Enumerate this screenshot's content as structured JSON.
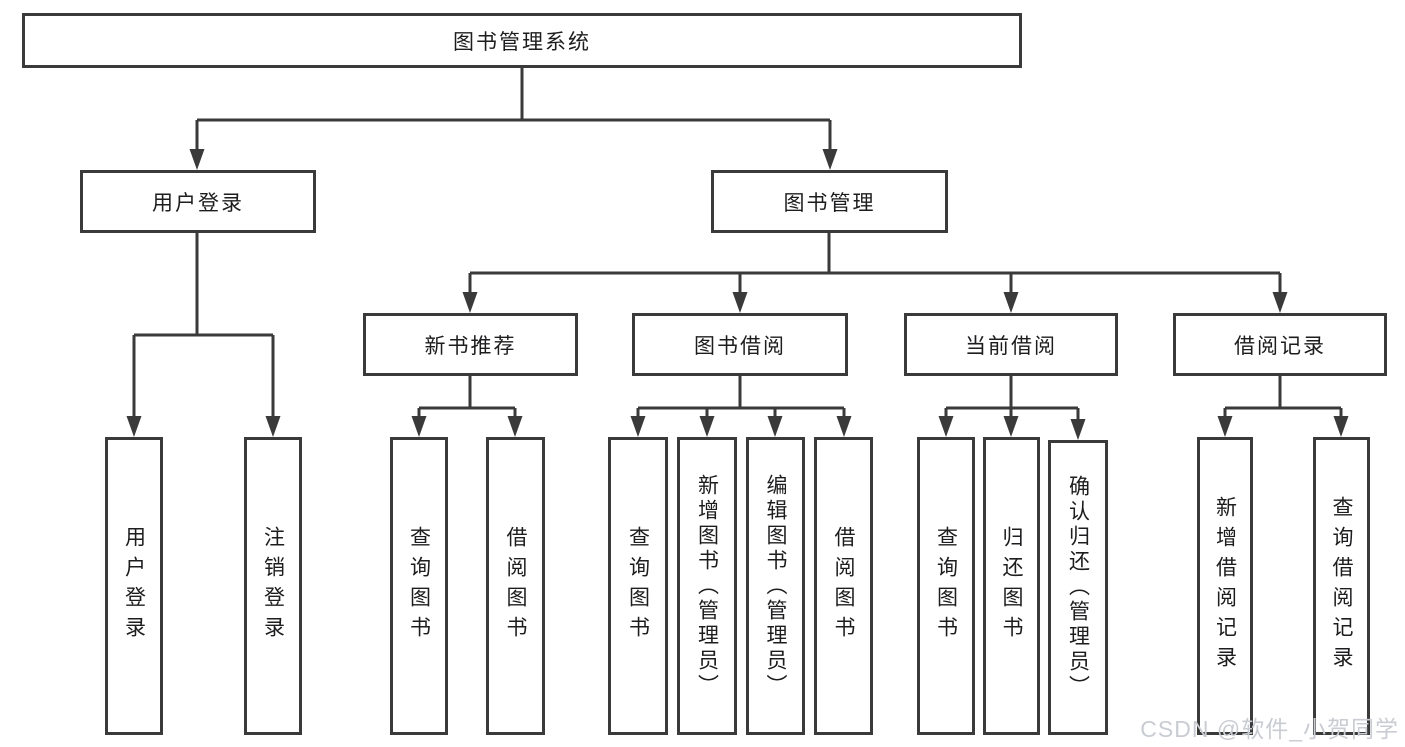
{
  "diagram": {
    "root": {
      "label": "图书管理系统"
    },
    "login": {
      "label": "用户登录",
      "children": [
        {
          "label": "用户登录"
        },
        {
          "label": "注销登录"
        }
      ]
    },
    "management": {
      "label": "图书管理",
      "sections": [
        {
          "label": "新书推荐",
          "children": [
            {
              "label": "查询图书"
            },
            {
              "label": "借阅图书"
            }
          ]
        },
        {
          "label": "图书借阅",
          "children": [
            {
              "label": "查询图书"
            },
            {
              "label": "新增图书（管理员）"
            },
            {
              "label": "编辑图书（管理员）"
            },
            {
              "label": "借阅图书"
            }
          ]
        },
        {
          "label": "当前借阅",
          "children": [
            {
              "label": "查询图书"
            },
            {
              "label": "归还图书"
            },
            {
              "label": "确认归还（管理员）"
            }
          ]
        },
        {
          "label": "借阅记录",
          "children": [
            {
              "label": "新增借阅记录"
            },
            {
              "label": "查询借阅记录"
            }
          ]
        }
      ]
    }
  },
  "watermark": {
    "text": "CSDN @软件_小贺同学"
  },
  "colors": {
    "line": "#3a3a3a",
    "box_border": "#3a3a3a",
    "text": "#1d1d1f",
    "background": "#ffffff",
    "watermark": "#c9ccd2"
  }
}
